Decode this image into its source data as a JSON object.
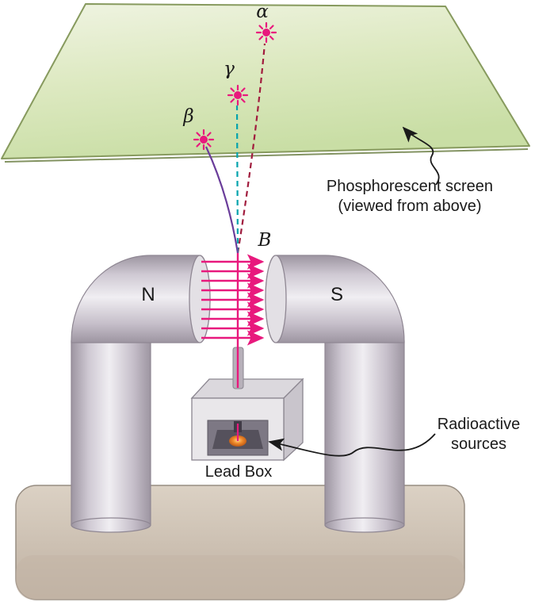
{
  "diagram": {
    "screen": {
      "label_line1": "Phosphorescent screen",
      "label_line2": "(viewed from above)",
      "surface_color": "#d9e6b6"
    },
    "particles": [
      {
        "symbol": "α",
        "trajectory_color": "#a11c3e"
      },
      {
        "symbol": "γ",
        "trajectory_color": "#00a3ad"
      },
      {
        "symbol": "β",
        "trajectory_color": "#6a3d9a"
      }
    ],
    "spots": {
      "burst_color": "#e8197d"
    },
    "magnet": {
      "north_label": "N",
      "south_label": "S",
      "field_label": "B",
      "field_color": "#e8197d",
      "metal_color": "#d6d2d8"
    },
    "source": {
      "box_label": "Lead Box",
      "label_line1": "Radioactive",
      "label_line2": "sources",
      "glow_color": "#e87722"
    },
    "base": {
      "color": "#cabcae"
    }
  }
}
